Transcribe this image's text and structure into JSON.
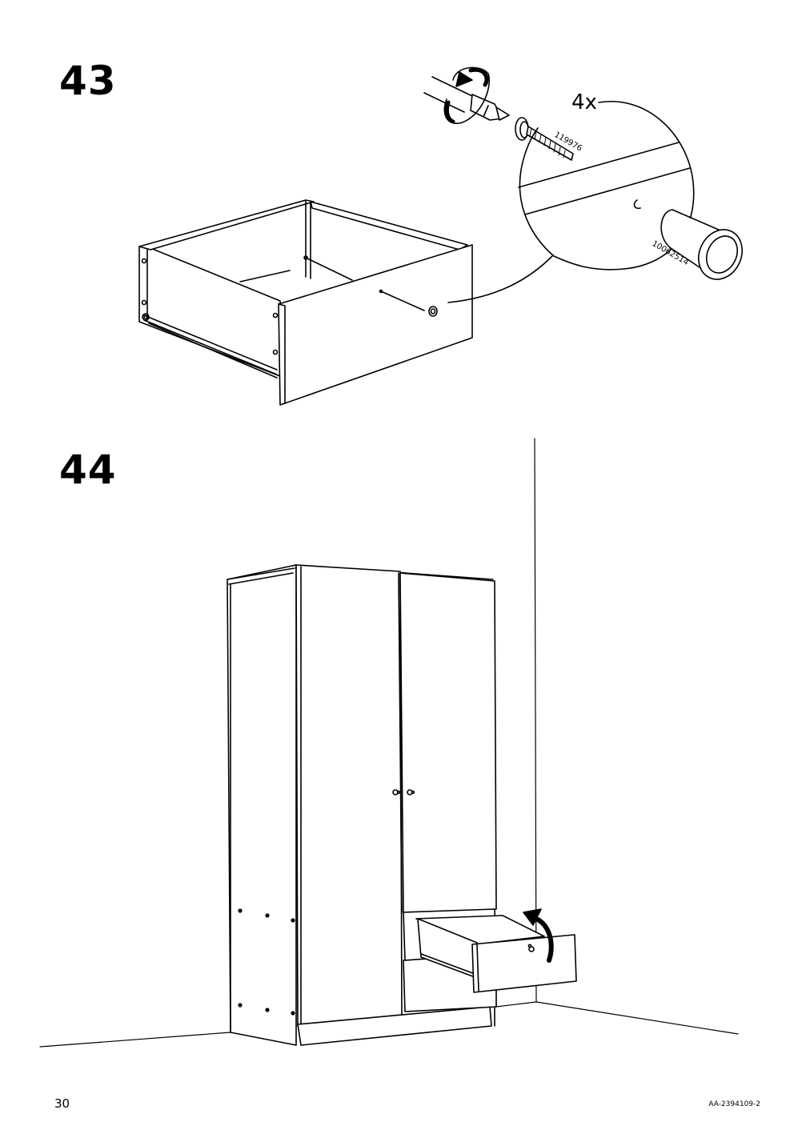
{
  "steps": [
    {
      "number": "43",
      "quantity": "4x",
      "parts": [
        {
          "id": "119976",
          "icon": "screw-icon"
        },
        {
          "id": "10062514",
          "icon": "knob-icon"
        }
      ],
      "tool": "screwdriver-icon"
    },
    {
      "number": "44",
      "action": "insert-drawer"
    }
  ],
  "footer": {
    "page_number": "30",
    "doc_code": "AA-2394109-2"
  }
}
